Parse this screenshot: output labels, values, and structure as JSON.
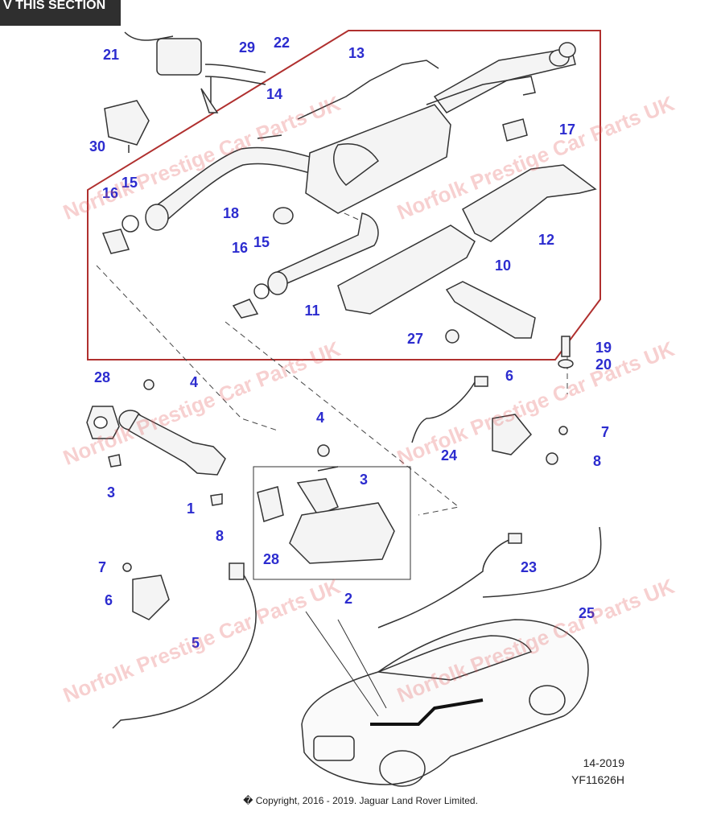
{
  "header": {
    "view_section_label": "V THIS SECTION"
  },
  "callouts": [
    "21",
    "22",
    "29",
    "13",
    "14",
    "17",
    "30",
    "15",
    "16",
    "18",
    "16",
    "15",
    "12",
    "10",
    "11",
    "27",
    "19",
    "20",
    "28",
    "4",
    "6",
    "7",
    "8",
    "24",
    "4",
    "3",
    "3",
    "1",
    "8",
    "28",
    "2",
    "23",
    "7",
    "6",
    "5",
    "25"
  ],
  "watermark": {
    "text": "Norfolk Prestige Car Parts UK"
  },
  "references": {
    "date": "14-2019",
    "code": "YF11626H"
  },
  "footer": {
    "copyright": "� Copyright, 2016 - 2019. Jaguar Land Rover Limited."
  },
  "colors": {
    "callout": "#2c2ccf",
    "highlight_box": "#b0302f",
    "watermark": "#e35a5a"
  }
}
